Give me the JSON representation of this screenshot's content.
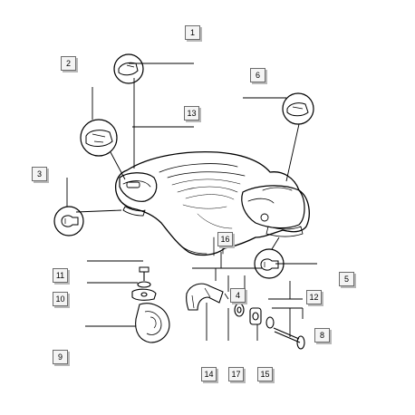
{
  "diagram": {
    "callouts": [
      {
        "id": "c1",
        "label": "1"
      },
      {
        "id": "c2",
        "label": "2"
      },
      {
        "id": "c3",
        "label": "3"
      },
      {
        "id": "c4",
        "label": "4"
      },
      {
        "id": "c5",
        "label": "5"
      },
      {
        "id": "c6",
        "label": "6"
      },
      {
        "id": "c8",
        "label": "8"
      },
      {
        "id": "c9",
        "label": "9"
      },
      {
        "id": "c10",
        "label": "10"
      },
      {
        "id": "c11",
        "label": "11"
      },
      {
        "id": "c12",
        "label": "12"
      },
      {
        "id": "c13",
        "label": "13"
      },
      {
        "id": "c14",
        "label": "14"
      },
      {
        "id": "c15",
        "label": "15"
      },
      {
        "id": "c16",
        "label": "16"
      },
      {
        "id": "c17",
        "label": "17"
      }
    ]
  }
}
